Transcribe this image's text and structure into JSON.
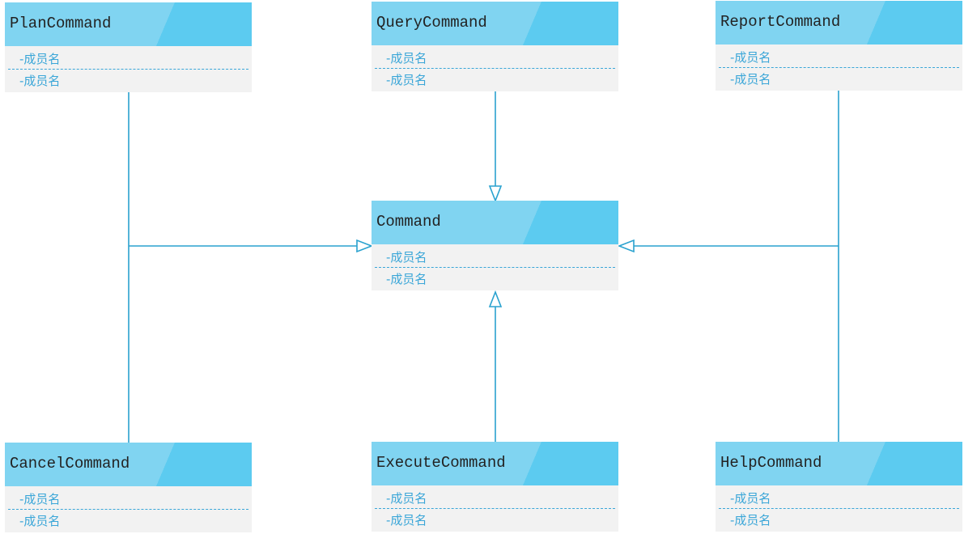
{
  "classes": {
    "plan": {
      "name": "PlanCommand",
      "attr1": "-成员名",
      "attr2": "-成员名"
    },
    "query": {
      "name": "QueryCommand",
      "attr1": "-成员名",
      "attr2": "-成员名"
    },
    "report": {
      "name": "ReportCommand",
      "attr1": "-成员名",
      "attr2": "-成员名"
    },
    "command": {
      "name": "Command",
      "attr1": "-成员名",
      "attr2": "-成员名"
    },
    "cancel": {
      "name": "CancelCommand",
      "attr1": "-成员名",
      "attr2": "-成员名"
    },
    "execute": {
      "name": "ExecuteCommand",
      "attr1": "-成员名",
      "attr2": "-成员名"
    },
    "help": {
      "name": "HelpCommand",
      "attr1": "-成员名",
      "attr2": "-成员名"
    }
  },
  "colors": {
    "line": "#2aa2cf",
    "header_light": "#80d4f1",
    "header_dark": "#5ccbf0",
    "body": "#f2f2f2",
    "attr_text": "#3aa6d8"
  }
}
